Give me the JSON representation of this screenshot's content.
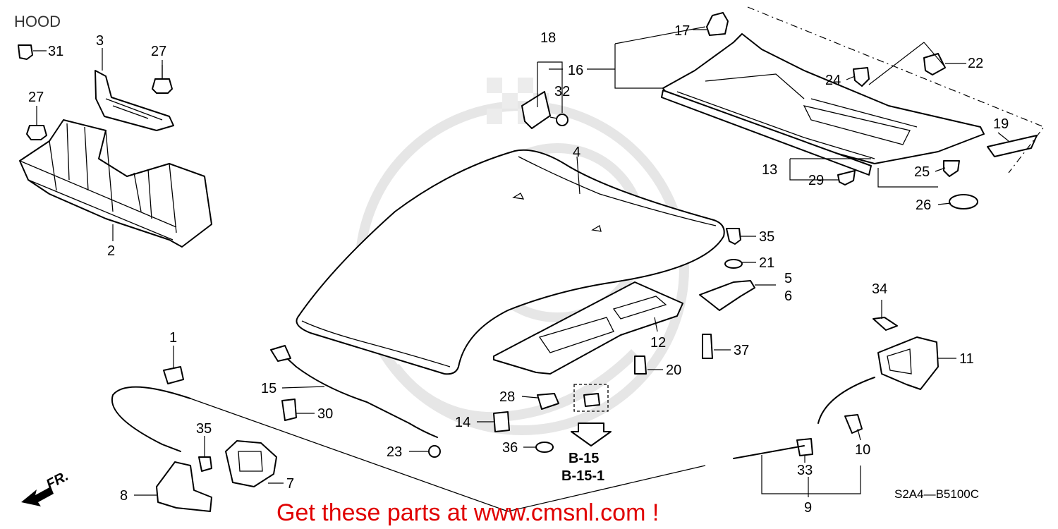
{
  "title": "HOOD",
  "drawing_code": "S2A4—B5100C",
  "footer_text": "Get these parts at www.cmsnl.com !",
  "front_marker": "FR.",
  "refs": [
    "B-15",
    "B-15-1"
  ],
  "callouts": {
    "c1": "1",
    "c2": "2",
    "c3": "3",
    "c4": "4",
    "c5": "5",
    "c6": "6",
    "c7": "7",
    "c8": "8",
    "c9": "9",
    "c10": "10",
    "c11": "11",
    "c12": "12",
    "c13": "13",
    "c14": "14",
    "c15": "15",
    "c16": "16",
    "c17": "17",
    "c18": "18",
    "c19": "19",
    "c20": "20",
    "c21": "21",
    "c22": "22",
    "c23": "23",
    "c24": "24",
    "c25": "25",
    "c26": "26",
    "c27a": "27",
    "c27b": "27",
    "c28": "28",
    "c29": "29",
    "c30": "30",
    "c31": "31",
    "c32": "32",
    "c33": "33",
    "c34": "34",
    "c35a": "35",
    "c35b": "35",
    "c36": "36",
    "c37": "37"
  },
  "colors": {
    "footer": "#e00000",
    "line": "#000000",
    "watermark": "#e6e6e6"
  }
}
